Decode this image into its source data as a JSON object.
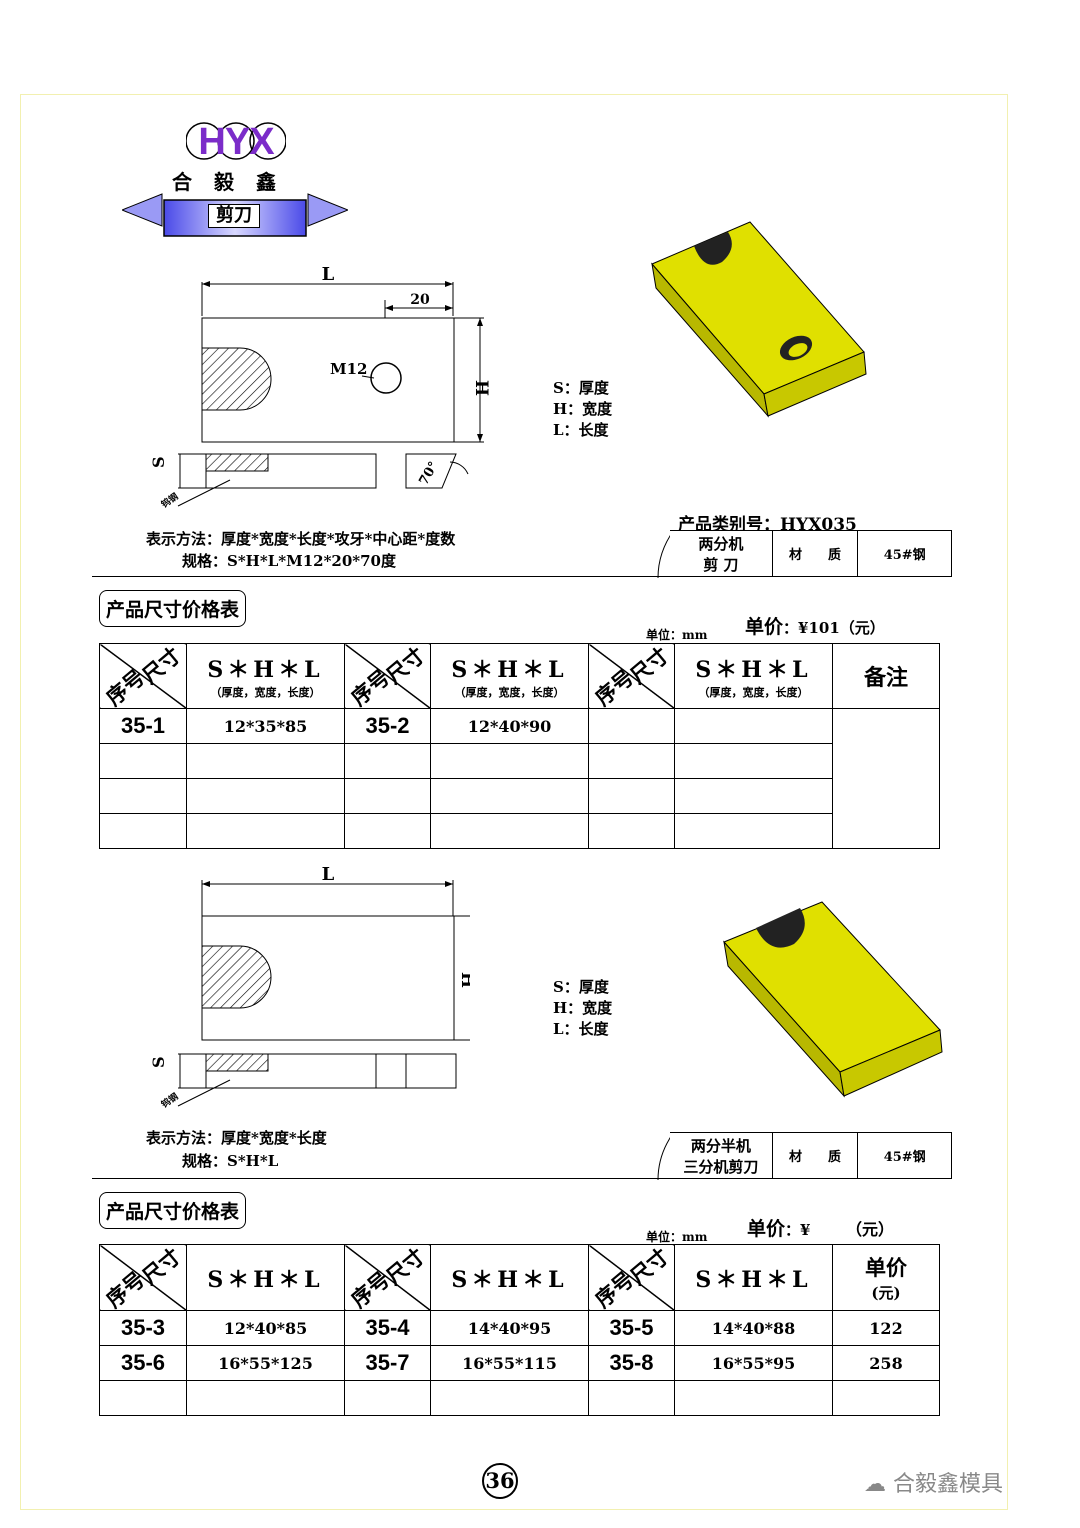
{
  "header": {
    "logo_text": "HYX",
    "company_name": "合毅鑫",
    "category_label": "剪刀"
  },
  "legend": {
    "s": "S：厚度",
    "h": "H：宽度",
    "l": "L：长度"
  },
  "section1": {
    "drawing_labels": {
      "length": "L",
      "offset": "20",
      "hole": "M12",
      "height": "H",
      "thickness": "S",
      "angle": "70°",
      "tip": "钨钢"
    },
    "notation": "表示方法：厚度*宽度*长度*攻牙*中心距*度数",
    "spec": "规格：S*H*L*M12*20*70度",
    "product_code": "产品类别号：HYX035",
    "machine": [
      "两分机",
      "剪 刀"
    ],
    "material_label": "材　　质",
    "material_value": "45#钢",
    "table_title": "产品尺寸价格表",
    "unit": "单位：mm",
    "price_label": "单价",
    "price_value": "：¥101（元）",
    "table": {
      "corner_top": "尺寸",
      "corner_bottom": "序号",
      "dim_header": "S＊H＊L",
      "dim_sub": "（厚度，宽度，长度）",
      "remark_header": "备注",
      "rows": [
        [
          "35-1",
          "12*35*85",
          "35-2",
          "12*40*90",
          "",
          ""
        ],
        [
          "",
          "",
          "",
          "",
          "",
          ""
        ],
        [
          "",
          "",
          "",
          "",
          "",
          ""
        ],
        [
          "",
          "",
          "",
          "",
          "",
          ""
        ]
      ]
    }
  },
  "section2": {
    "drawing_labels": {
      "length": "L",
      "height": "H",
      "thickness": "S",
      "tip": "钨钢"
    },
    "notation": "表示方法：厚度*宽度*长度",
    "spec": "规格：S*H*L",
    "machine": [
      "两分半机",
      "三分机剪刀"
    ],
    "material_label": "材　　质",
    "material_value": "45#钢",
    "table_title": "产品尺寸价格表",
    "unit": "单位：mm",
    "price_label": "单价",
    "price_value": "：¥",
    "price_unit": "（元）",
    "table": {
      "corner_top": "尺寸",
      "corner_bottom": "序号",
      "dim_header": "S＊H＊L",
      "price_header": "单价",
      "price_header_unit": "(元)",
      "rows": [
        [
          "35-3",
          "12*40*85",
          "35-4",
          "14*40*95",
          "35-5",
          "14*40*88",
          "122"
        ],
        [
          "35-6",
          "16*55*125",
          "35-7",
          "16*55*115",
          "35-8",
          "16*55*95",
          "258"
        ],
        [
          "",
          "",
          "",
          "",
          "",
          "",
          ""
        ]
      ]
    }
  },
  "footer": {
    "page_number": "36",
    "watermark": "合毅鑫模具"
  },
  "colors": {
    "product_yellow": "#d9d900",
    "logo_purple": "#7b2cc9",
    "banner_blue": "#6c6cf0"
  }
}
